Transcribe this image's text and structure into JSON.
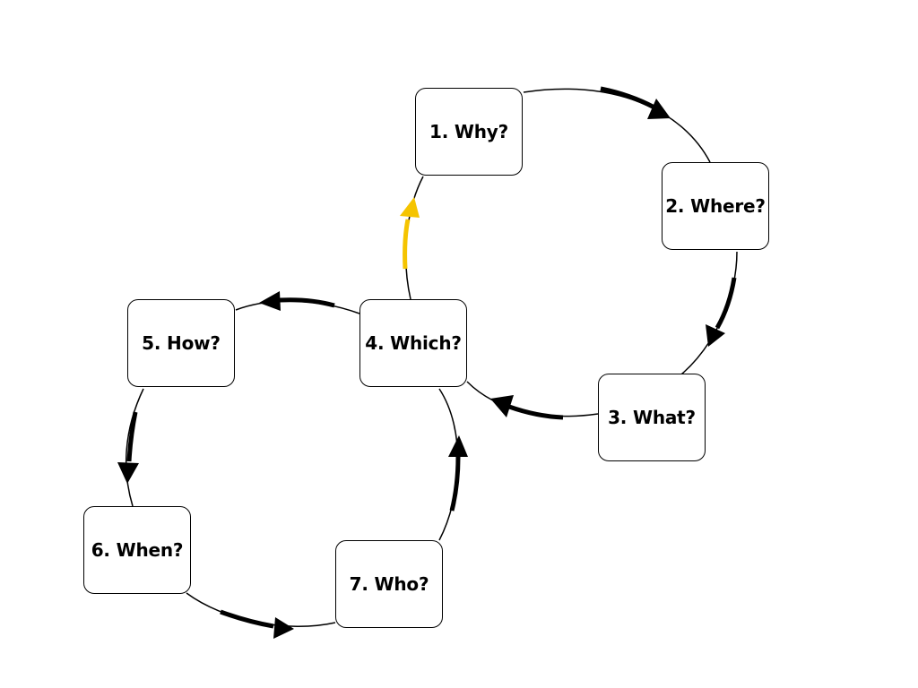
{
  "steps": [
    {
      "id": 1,
      "label": "1. Why?"
    },
    {
      "id": 2,
      "label": "2. Where?"
    },
    {
      "id": 3,
      "label": "3. What?"
    },
    {
      "id": 4,
      "label": "4. Which?"
    },
    {
      "id": 5,
      "label": "5. How?"
    },
    {
      "id": 6,
      "label": "6. When?"
    },
    {
      "id": 7,
      "label": "7. Who?"
    }
  ],
  "flow": [
    {
      "from": 1,
      "to": 2,
      "highlight": false
    },
    {
      "from": 2,
      "to": 3,
      "highlight": false
    },
    {
      "from": 3,
      "to": 4,
      "highlight": false
    },
    {
      "from": 4,
      "to": 1,
      "highlight": true
    },
    {
      "from": 4,
      "to": 5,
      "highlight": false
    },
    {
      "from": 5,
      "to": 6,
      "highlight": false
    },
    {
      "from": 6,
      "to": 7,
      "highlight": false
    },
    {
      "from": 7,
      "to": 4,
      "highlight": false
    }
  ],
  "colors": {
    "stroke": "#000000",
    "highlight_arrow": "#F5C400",
    "background": "#ffffff",
    "node_fill": "#ffffff"
  }
}
